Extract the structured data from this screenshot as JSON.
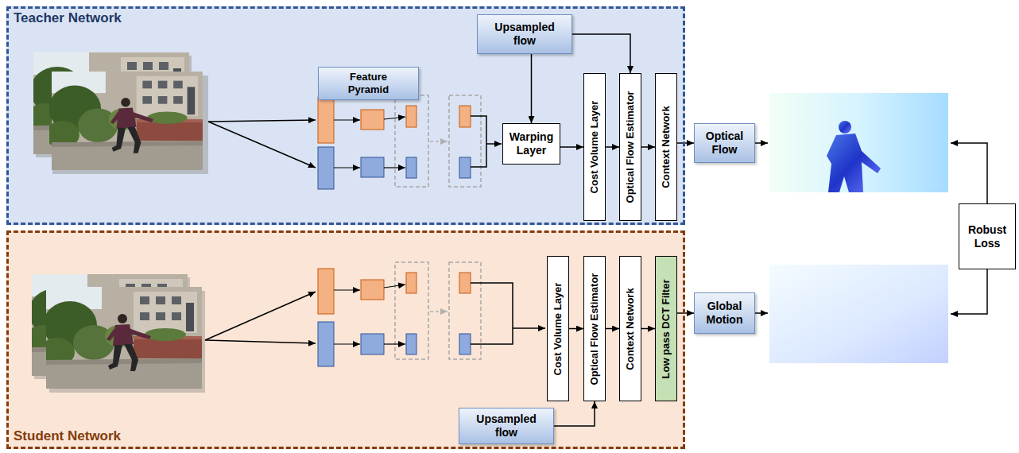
{
  "diagram": {
    "nodes": [
      {
        "text": [
          "Teacher Network"
        ]
      },
      {
        "text": [
          "Feature Pyramid"
        ],
        "in": 0
      },
      {
        "text": [
          "Upsampled flow"
        ],
        "in": 0
      },
      {
        "text": [
          "Warping Layer"
        ],
        "in": 0
      },
      {
        "text": [
          "Cost Volume Layer"
        ],
        "in": 0
      },
      {
        "text": [
          "Optical Flow Estimator"
        ],
        "in": 0
      },
      {
        "text": [
          "Context Network"
        ],
        "in": 0
      },
      {
        "text": [
          "Optical Flow"
        ]
      },
      {
        "text": [
          "Robust Loss"
        ]
      },
      {
        "text": [
          "Student Network"
        ]
      },
      {
        "text": [
          "Cost Volume Layer"
        ],
        "in": 9
      },
      {
        "text": [
          "Optical Flow Estimator"
        ],
        "in": 9
      },
      {
        "text": [
          "Context Network"
        ],
        "in": 9
      },
      {
        "text": [
          "Low pass DCT Filter"
        ],
        "in": 9
      },
      {
        "text": [
          "Upsampled flow"
        ],
        "in": 9
      },
      {
        "text": [
          "Global Motion"
        ]
      }
    ],
    "edges": [
      {
        "from": 2,
        "to": 3,
        "arrow": "to"
      },
      {
        "from": 2,
        "to": 5,
        "arrow": "to"
      },
      {
        "from": 3,
        "to": 4,
        "arrow": "to"
      },
      {
        "from": 4,
        "to": 5,
        "arrow": "to"
      },
      {
        "from": 5,
        "to": 6,
        "arrow": "to"
      },
      {
        "from": 6,
        "to": 7,
        "arrow": "to"
      },
      {
        "from": 10,
        "to": 11,
        "arrow": "to"
      },
      {
        "from": 11,
        "to": 12,
        "arrow": "to"
      },
      {
        "from": 12,
        "to": 13,
        "arrow": "to"
      },
      {
        "from": 13,
        "to": 15,
        "arrow": "to"
      },
      {
        "from": 14,
        "to": 11,
        "arrow": "to"
      }
    ]
  }
}
